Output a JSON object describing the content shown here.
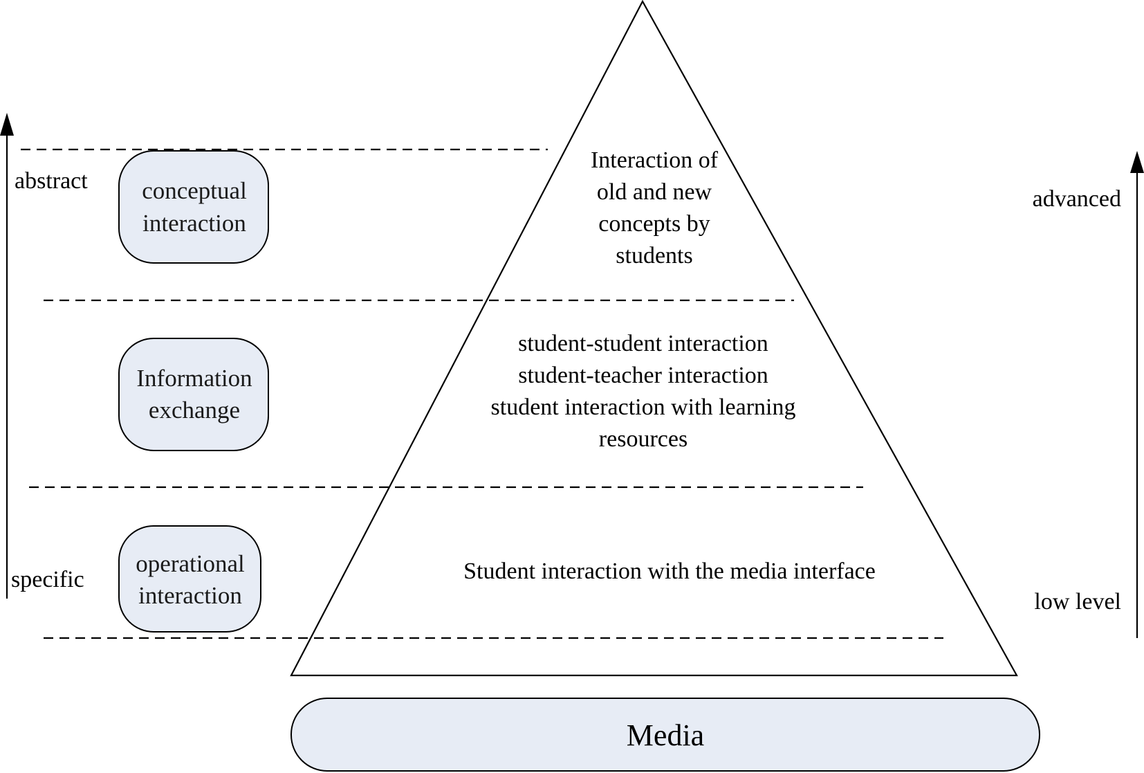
{
  "axis_labels": {
    "left_top": "abstract",
    "left_bottom": "specific",
    "right_top": "advanced",
    "right_bottom": "low level"
  },
  "levels": [
    {
      "box_lines": [
        "conceptual",
        "interaction"
      ],
      "tier_lines": [
        "Interaction of",
        "old and new",
        "concepts by",
        "students"
      ]
    },
    {
      "box_lines": [
        "Information",
        "exchange"
      ],
      "tier_lines": [
        "student-student interaction",
        "student-teacher interaction",
        "student interaction with learning",
        "resources"
      ]
    },
    {
      "box_lines": [
        "operational",
        "interaction"
      ],
      "tier_lines": [
        "Student interaction with the media interface"
      ]
    }
  ],
  "base": {
    "label": "Media"
  },
  "colors": {
    "box_fill": "#e7ecf5",
    "stroke": "#000000"
  }
}
